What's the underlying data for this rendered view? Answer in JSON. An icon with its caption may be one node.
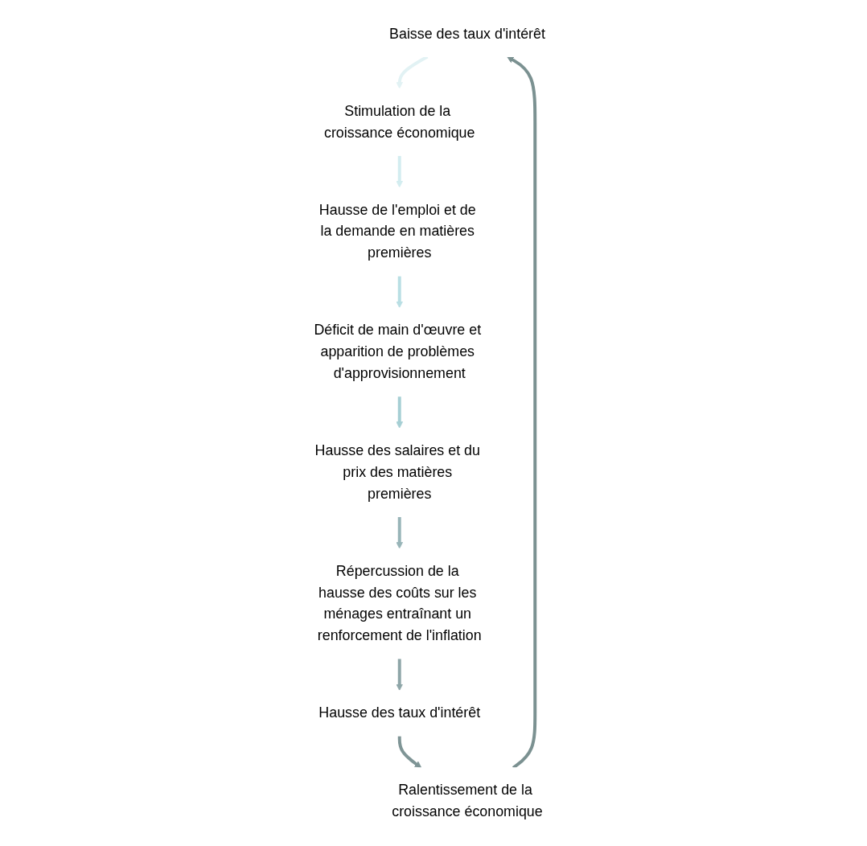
{
  "diagram": {
    "nodes": [
      {
        "text": [
          "Baisse des taux d'intérêt"
        ]
      },
      {
        "text": [
          "Stimulation de la croissance économique"
        ]
      },
      {
        "text": [
          "Hausse de l'emploi et de la demande en matières premières"
        ]
      },
      {
        "text": [
          "Déficit de main d'œuvre et apparition de problèmes d'approvisionnement"
        ]
      },
      {
        "text": [
          "Hausse des salaires et du prix des matières premières"
        ]
      },
      {
        "text": [
          "Répercussion de la hausse des coûts sur les ménages entraînant un renforcement de l'inflation"
        ]
      },
      {
        "text": [
          "Hausse des taux d'intérêt"
        ]
      },
      {
        "text": [
          "Ralentissement de la croissance économique"
        ]
      }
    ],
    "edges": [
      {
        "from": 0,
        "to": 1,
        "arrow": "to",
        "color": "#e2f2f4"
      },
      {
        "from": 1,
        "to": 2,
        "arrow": "to",
        "color": "#d3edf0"
      },
      {
        "from": 2,
        "to": 3,
        "arrow": "to",
        "color": "#b9dfe4"
      },
      {
        "from": 3,
        "to": 4,
        "arrow": "to",
        "color": "#a6cfd4"
      },
      {
        "from": 4,
        "to": 5,
        "arrow": "to",
        "color": "#98b5b8"
      },
      {
        "from": 5,
        "to": 6,
        "arrow": "to",
        "color": "#8ea6a8"
      },
      {
        "from": 6,
        "to": 7,
        "arrow": "to",
        "color": "#7f9596"
      },
      {
        "from": 7,
        "to": 0,
        "arrow": "to",
        "color": "#7b9191"
      }
    ]
  }
}
